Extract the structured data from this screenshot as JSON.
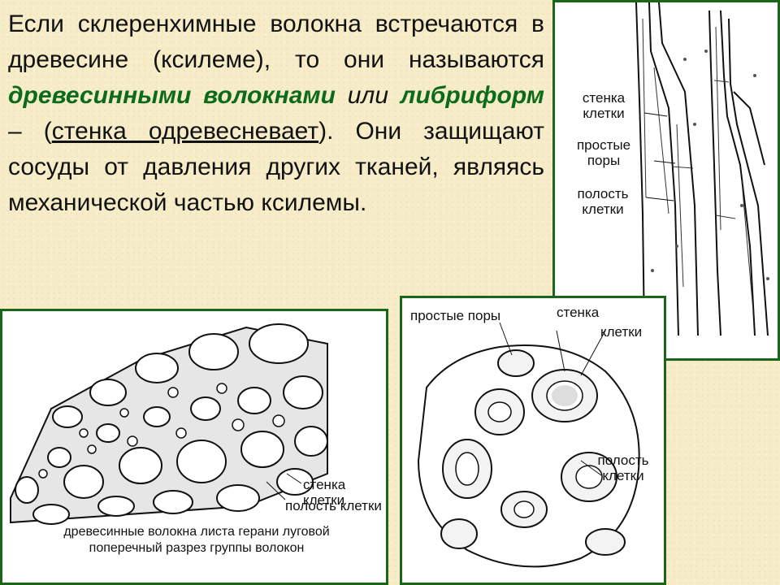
{
  "text": {
    "p1": "Если склеренхимные волокна встречаются в древесине (ксилеме), то они называются ",
    "term1": "древесинными волокнами",
    "p2": " ",
    "or": "или",
    "p3": " ",
    "term2": "либриформ",
    "p4": " – (",
    "underlined": "стенка одревесневает",
    "p5": "). Они защищают сосуды от давления других тканей, являясь механической частью ксилемы."
  },
  "figure_fibers": {
    "wall_1": "стенка",
    "wall_2": "клетки",
    "pores_1": "простые",
    "pores_2": "поры",
    "cavity_1": "полость",
    "cavity_2": "клетки"
  },
  "figure_leaf": {
    "wall": "стенка клетки",
    "cavity": "полость клетки",
    "caption_1": "древесинные волокна листа герани луговой",
    "caption_2": "поперечный разрез группы волокон"
  },
  "figure_cross": {
    "pores": "простые поры",
    "wall_1": "стенка",
    "wall_2": "клетки",
    "cavity_1": "полость",
    "cavity_2": "клетки"
  },
  "colors": {
    "background": "#f6ecc8",
    "accent_green": "#0c6b1a",
    "frame": "#196619"
  }
}
